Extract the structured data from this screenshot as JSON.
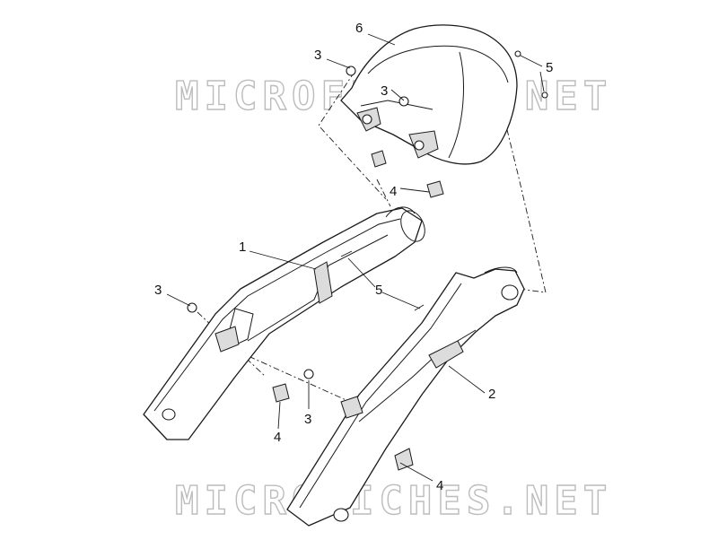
{
  "watermark": "MICROFICHES.NET",
  "callouts": {
    "c1": "1",
    "c2": "2",
    "c3_top_left": "3",
    "c3_top_mid": "3",
    "c3_left": "3",
    "c3_bottom": "3",
    "c4_top": "4",
    "c4_bottom_left": "4",
    "c4_bottom_right": "4",
    "c5_top": "5",
    "c5_mid": "5",
    "c6": "6"
  }
}
